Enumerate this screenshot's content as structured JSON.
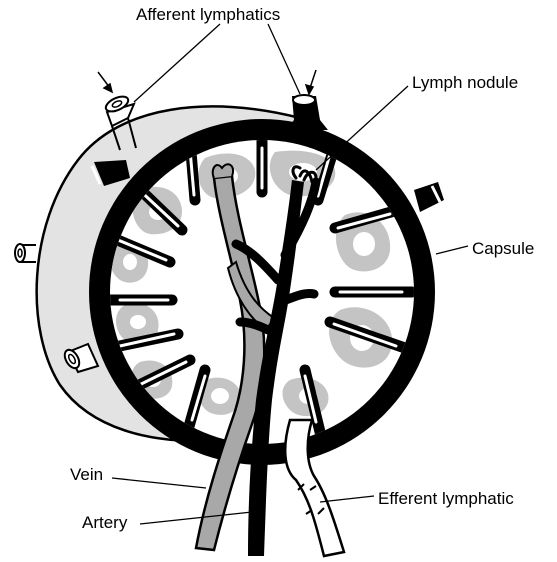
{
  "labels": {
    "afferent_lymphatics": "Afferent lymphatics",
    "lymph_nodule": "Lymph nodule",
    "capsule": "Capsule",
    "vein": "Vein",
    "artery": "Artery",
    "efferent_lymphatic": "Efferent lymphatic"
  },
  "colors": {
    "outline": "#000000",
    "capsule_fill": "#000000",
    "outer_tissue": "#e3e3e3",
    "nodule_gray": "#c4c4c4",
    "vein_gray": "#a8a8a8",
    "background": "#ffffff"
  }
}
